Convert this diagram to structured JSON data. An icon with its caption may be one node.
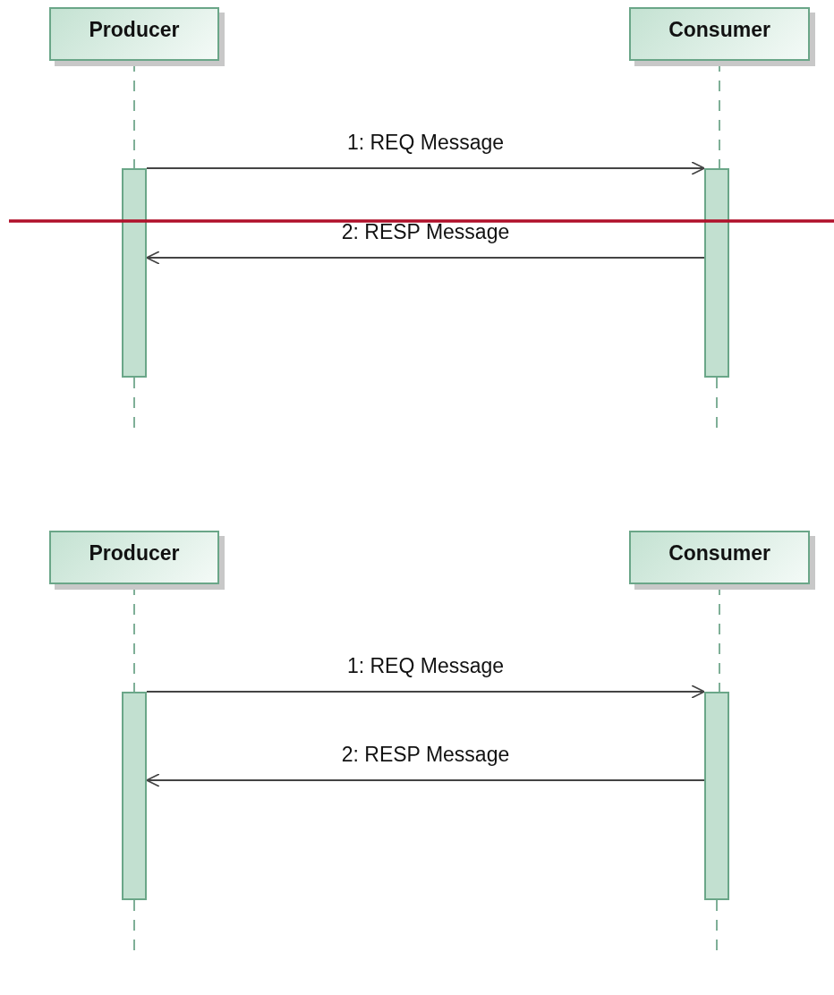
{
  "diagram": {
    "nodes": [
      {
        "text": [
          "Producer"
        ]
      },
      {
        "text": [
          "Consumer"
        ]
      },
      {
        "text": [],
        "shape": "bar"
      },
      {
        "text": [],
        "shape": "bar"
      },
      {
        "text": [
          "Producer"
        ]
      },
      {
        "text": [
          "Consumer"
        ]
      },
      {
        "text": [],
        "shape": "bar"
      },
      {
        "text": [],
        "shape": "bar"
      }
    ],
    "edges": [
      {
        "from": 0,
        "to": 2,
        "arrow": "none",
        "style": "dashed"
      },
      {
        "from": 2,
        "to": null,
        "arrow": "none",
        "style": "dashed"
      },
      {
        "from": 1,
        "to": 3,
        "arrow": "none",
        "style": "dashed"
      },
      {
        "from": 3,
        "to": null,
        "arrow": "none",
        "style": "dashed"
      },
      {
        "from": 2,
        "to": 3,
        "arrow": "to",
        "label": "1: REQ Message",
        "color": "#444444"
      },
      {
        "from": 3,
        "to": 2,
        "arrow": "to",
        "label": "2: RESP Message",
        "color": "#444444"
      },
      {
        "from": 4,
        "to": 6,
        "arrow": "none",
        "style": "dashed"
      },
      {
        "from": 6,
        "to": null,
        "arrow": "none",
        "style": "dashed"
      },
      {
        "from": 5,
        "to": 7,
        "arrow": "none",
        "style": "dashed"
      },
      {
        "from": 7,
        "to": null,
        "arrow": "none",
        "style": "dashed"
      },
      {
        "from": 6,
        "to": 7,
        "arrow": "to",
        "label": "1: REQ Message",
        "color": "#444444"
      },
      {
        "from": 7,
        "to": 6,
        "arrow": "to",
        "label": "2: RESP Message",
        "color": "#444444"
      }
    ]
  }
}
